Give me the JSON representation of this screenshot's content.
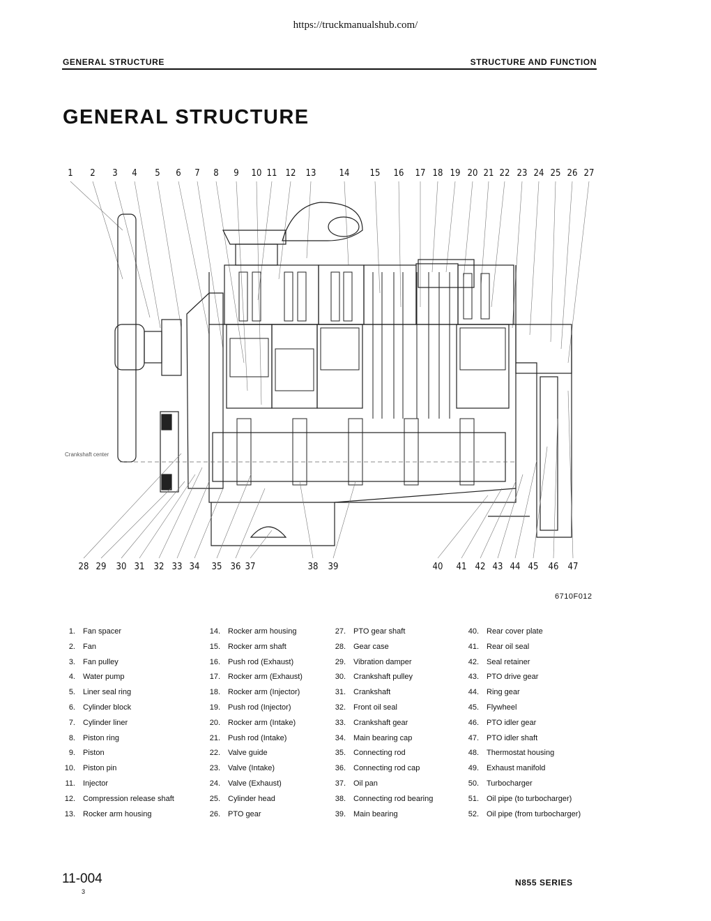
{
  "url": "https://truckmanualshub.com/",
  "header": {
    "left": "GENERAL STRUCTURE",
    "right": "STRUCTURE AND FUNCTION"
  },
  "title": "GENERAL STRUCTURE",
  "diagram": {
    "top_callouts": [
      "1",
      "2",
      "3",
      "4",
      "5",
      "6",
      "7",
      "8",
      "9",
      "10",
      "11",
      "12",
      "13",
      "14",
      "15",
      "16",
      "17",
      "18",
      "19",
      "20",
      "21",
      "22",
      "23",
      "24",
      "25",
      "26",
      "27"
    ],
    "bottom_callouts": [
      "28",
      "29",
      "30",
      "31",
      "32",
      "33",
      "34",
      "35",
      "36",
      "37",
      "38",
      "39",
      "40",
      "41",
      "42",
      "43",
      "44",
      "45",
      "46",
      "47"
    ],
    "crankshaft_label": "Crankshaft center",
    "figure_id": "6710F012"
  },
  "legend": [
    [
      {
        "n": "1.",
        "t": "Fan spacer"
      },
      {
        "n": "2.",
        "t": "Fan"
      },
      {
        "n": "3.",
        "t": "Fan pulley"
      },
      {
        "n": "4.",
        "t": "Water pump"
      },
      {
        "n": "5.",
        "t": "Liner seal ring"
      },
      {
        "n": "6.",
        "t": "Cylinder block"
      },
      {
        "n": "7.",
        "t": "Cylinder liner"
      },
      {
        "n": "8.",
        "t": "Piston ring"
      },
      {
        "n": "9.",
        "t": "Piston"
      },
      {
        "n": "10.",
        "t": "Piston pin"
      },
      {
        "n": "11.",
        "t": "Injector"
      },
      {
        "n": "12.",
        "t": "Compression release shaft"
      },
      {
        "n": "13.",
        "t": "Rocker arm housing"
      }
    ],
    [
      {
        "n": "14.",
        "t": "Rocker arm housing"
      },
      {
        "n": "15.",
        "t": "Rocker arm shaft"
      },
      {
        "n": "16.",
        "t": "Push rod (Exhaust)"
      },
      {
        "n": "17.",
        "t": "Rocker arm (Exhaust)"
      },
      {
        "n": "18.",
        "t": "Rocker arm (Injector)"
      },
      {
        "n": "19.",
        "t": "Push rod (Injector)"
      },
      {
        "n": "20.",
        "t": "Rocker arm (Intake)"
      },
      {
        "n": "21.",
        "t": "Push rod (Intake)"
      },
      {
        "n": "22.",
        "t": "Valve guide"
      },
      {
        "n": "23.",
        "t": "Valve (Intake)"
      },
      {
        "n": "24.",
        "t": "Valve (Exhaust)"
      },
      {
        "n": "25.",
        "t": "Cylinder head"
      },
      {
        "n": "26.",
        "t": "PTO gear"
      }
    ],
    [
      {
        "n": "27.",
        "t": "PTO gear shaft"
      },
      {
        "n": "28.",
        "t": "Gear case"
      },
      {
        "n": "29.",
        "t": "Vibration damper"
      },
      {
        "n": "30.",
        "t": "Crankshaft pulley"
      },
      {
        "n": "31.",
        "t": "Crankshaft"
      },
      {
        "n": "32.",
        "t": "Front oil seal"
      },
      {
        "n": "33.",
        "t": "Crankshaft gear"
      },
      {
        "n": "34.",
        "t": "Main bearing cap"
      },
      {
        "n": "35.",
        "t": "Connecting rod"
      },
      {
        "n": "36.",
        "t": "Connecting rod cap"
      },
      {
        "n": "37.",
        "t": "Oil pan"
      },
      {
        "n": "38.",
        "t": "Connecting rod bearing"
      },
      {
        "n": "39.",
        "t": "Main bearing"
      }
    ],
    [
      {
        "n": "40.",
        "t": "Rear cover plate"
      },
      {
        "n": "41.",
        "t": "Rear oil seal"
      },
      {
        "n": "42.",
        "t": "Seal retainer"
      },
      {
        "n": "43.",
        "t": "PTO drive gear"
      },
      {
        "n": "44.",
        "t": "Ring gear"
      },
      {
        "n": "45.",
        "t": "Flywheel"
      },
      {
        "n": "46.",
        "t": "PTO idler gear"
      },
      {
        "n": "47.",
        "t": "PTO idler shaft"
      },
      {
        "n": "48.",
        "t": "Thermostat housing"
      },
      {
        "n": "49.",
        "t": "Exhaust manifold"
      },
      {
        "n": "50.",
        "t": "Turbocharger"
      },
      {
        "n": "51.",
        "t": "Oil pipe (to turbocharger)"
      },
      {
        "n": "52.",
        "t": "Oil pipe (from turbocharger)"
      }
    ]
  ],
  "footer": {
    "page": "11-004",
    "revision": "3",
    "series": "N855 SERIES"
  }
}
